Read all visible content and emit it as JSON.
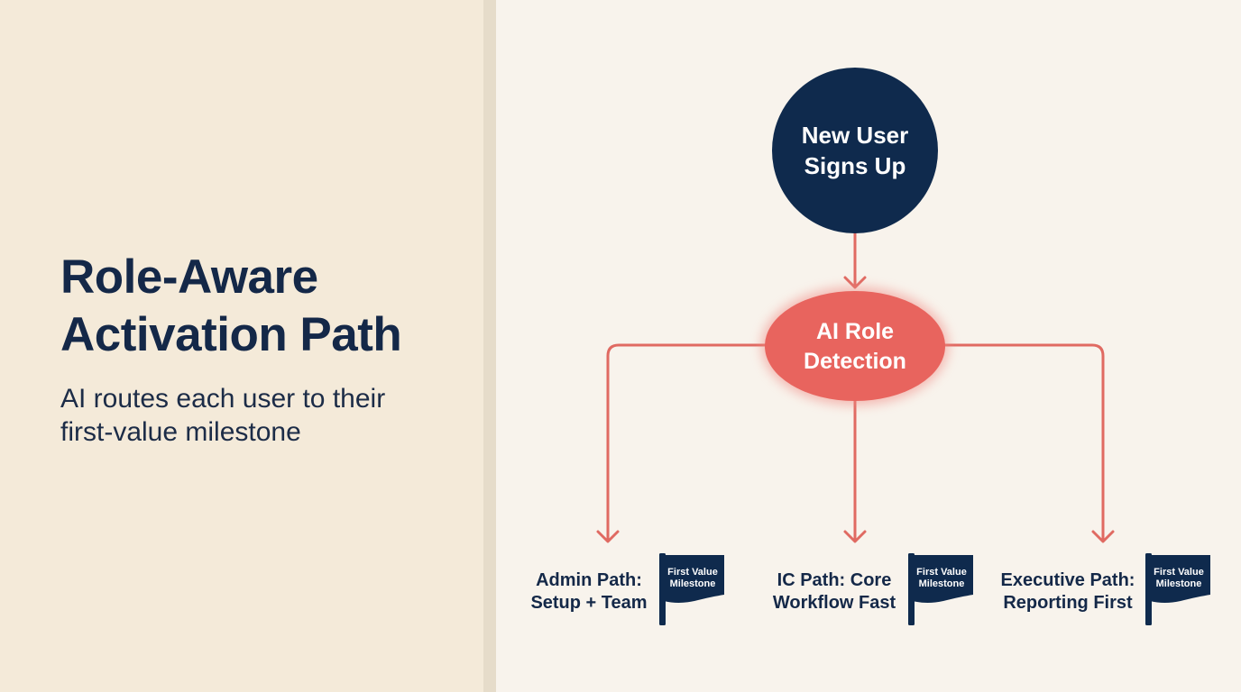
{
  "heading": {
    "title_lines": [
      "Role-Aware",
      "Activation Path"
    ],
    "subtitle_lines": [
      "AI routes each user to their",
      "first-value milestone"
    ]
  },
  "diagram": {
    "start_node": {
      "lines": [
        "New User",
        "Signs Up"
      ]
    },
    "decision_node": {
      "lines": [
        "AI Role",
        "Detection"
      ]
    },
    "branches": [
      {
        "label_lines": [
          "Admin Path:",
          "Setup + Team"
        ],
        "flag_lines": [
          "First Value",
          "Milestone"
        ]
      },
      {
        "label_lines": [
          "IC Path: Core",
          "Workflow Fast"
        ],
        "flag_lines": [
          "First Value",
          "Milestone"
        ]
      },
      {
        "label_lines": [
          "Executive Path:",
          "Reporting First"
        ],
        "flag_lines": [
          "First Value",
          "Milestone"
        ]
      }
    ]
  },
  "colors": {
    "navy": "#0f2a4d",
    "coral": "#e8645e",
    "connector": "#e06a62"
  }
}
